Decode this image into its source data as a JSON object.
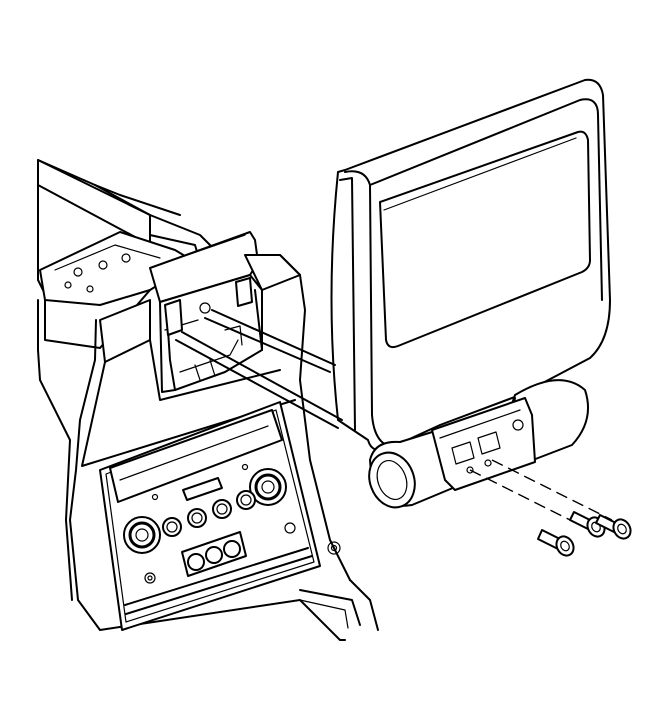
{
  "figure": {
    "labels": []
  },
  "colors": {
    "ink": "#000000",
    "paper": "#ffffff"
  },
  "parts": [
    "center-console",
    "radio-faceplate",
    "mounting-bracket",
    "headrest-display",
    "guide-post",
    "mounting-screw"
  ]
}
